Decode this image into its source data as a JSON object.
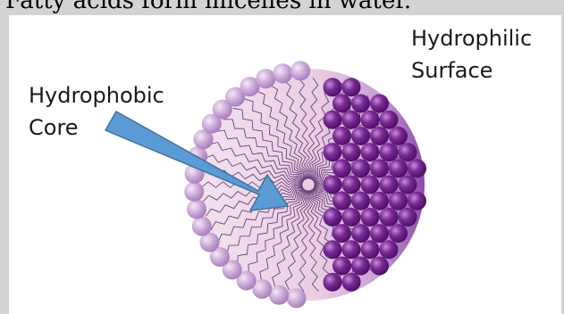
{
  "caption": "Fatty acids form micelles in water.",
  "labels": {
    "hydrophilic_line1": "Hydrophilic",
    "hydrophilic_line2": "Surface",
    "hydrophobic_line1": "Hydrophobic",
    "hydrophobic_line2": "Core"
  },
  "colors": {
    "frame_gray": "#d3d3d3",
    "light_head": "#c7a6d3",
    "dark_head": "#6a1f86",
    "core_fill": "#f0dcea",
    "arrow_fill": "#5b9bd5",
    "arrow_stroke": "#41719c",
    "tail_stroke": "#6a3f7a"
  }
}
